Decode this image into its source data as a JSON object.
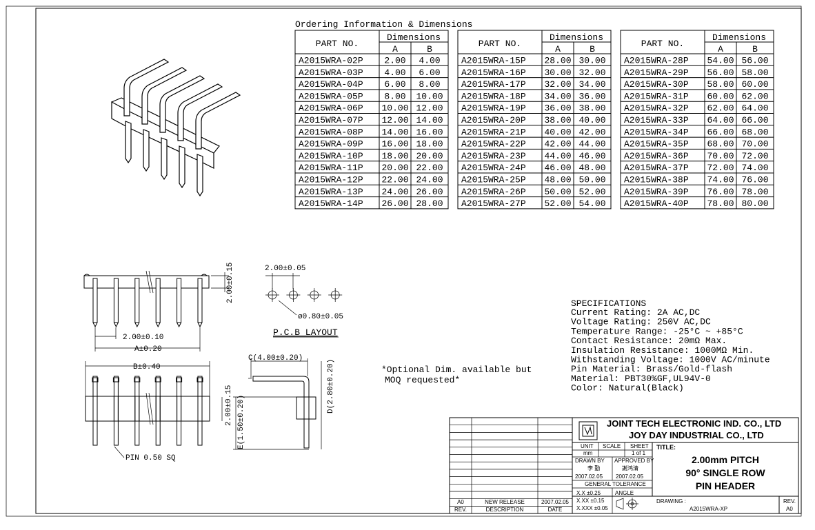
{
  "table": {
    "caption": "Ordering Information & Dimensions",
    "header": {
      "part_no": "PART NO.",
      "dimensions": "Dimensions",
      "a": "A",
      "b": "B"
    },
    "columns": [
      {
        "rows": [
          [
            "A2015WRA-02P",
            "2.00",
            "4.00"
          ],
          [
            "A2015WRA-03P",
            "4.00",
            "6.00"
          ],
          [
            "A2015WRA-04P",
            "6.00",
            "8.00"
          ],
          [
            "A2015WRA-05P",
            "8.00",
            "10.00"
          ],
          [
            "A2015WRA-06P",
            "10.00",
            "12.00"
          ],
          [
            "A2015WRA-07P",
            "12.00",
            "14.00"
          ],
          [
            "A2015WRA-08P",
            "14.00",
            "16.00"
          ],
          [
            "A2015WRA-09P",
            "16.00",
            "18.00"
          ],
          [
            "A2015WRA-10P",
            "18.00",
            "20.00"
          ],
          [
            "A2015WRA-11P",
            "20.00",
            "22.00"
          ],
          [
            "A2015WRA-12P",
            "22.00",
            "24.00"
          ],
          [
            "A2015WRA-13P",
            "24.00",
            "26.00"
          ],
          [
            "A2015WRA-14P",
            "26.00",
            "28.00"
          ]
        ]
      },
      {
        "rows": [
          [
            "A2015WRA-15P",
            "28.00",
            "30.00"
          ],
          [
            "A2015WRA-16P",
            "30.00",
            "32.00"
          ],
          [
            "A2015WRA-17P",
            "32.00",
            "34.00"
          ],
          [
            "A2015WRA-18P",
            "34.00",
            "36.00"
          ],
          [
            "A2015WRA-19P",
            "36.00",
            "38.00"
          ],
          [
            "A2015WRA-20P",
            "38.00",
            "40.00"
          ],
          [
            "A2015WRA-21P",
            "40.00",
            "42.00"
          ],
          [
            "A2015WRA-22P",
            "42.00",
            "44.00"
          ],
          [
            "A2015WRA-23P",
            "44.00",
            "46.00"
          ],
          [
            "A2015WRA-24P",
            "46.00",
            "48.00"
          ],
          [
            "A2015WRA-25P",
            "48.00",
            "50.00"
          ],
          [
            "A2015WRA-26P",
            "50.00",
            "52.00"
          ],
          [
            "A2015WRA-27P",
            "52.00",
            "54.00"
          ]
        ]
      },
      {
        "rows": [
          [
            "A2015WRA-28P",
            "54.00",
            "56.00"
          ],
          [
            "A2015WRA-29P",
            "56.00",
            "58.00"
          ],
          [
            "A2015WRA-30P",
            "58.00",
            "60.00"
          ],
          [
            "A2015WRA-31P",
            "60.00",
            "62.00"
          ],
          [
            "A2015WRA-32P",
            "62.00",
            "64.00"
          ],
          [
            "A2015WRA-33P",
            "64.00",
            "66.00"
          ],
          [
            "A2015WRA-34P",
            "66.00",
            "68.00"
          ],
          [
            "A2015WRA-35P",
            "68.00",
            "70.00"
          ],
          [
            "A2015WRA-36P",
            "70.00",
            "72.00"
          ],
          [
            "A2015WRA-37P",
            "72.00",
            "74.00"
          ],
          [
            "A2015WRA-38P",
            "74.00",
            "76.00"
          ],
          [
            "A2015WRA-39P",
            "76.00",
            "78.00"
          ],
          [
            "A2015WRA-40P",
            "78.00",
            "80.00"
          ]
        ]
      }
    ]
  },
  "drawing": {
    "pitch_dim": "2.00±0.10",
    "a_dim": "A±0.20",
    "height_dim": "2.00±0.15",
    "pcb_pitch": "2.00±0.05",
    "pcb_hole": "ø0.80±0.05",
    "pcb_label": "P.C.B LAYOUT",
    "b_dim": "B±0.40",
    "side_height": "2.00±0.15",
    "e_dim": "E(1.50±0.20)",
    "pin_label": "PIN 0.50 SQ",
    "c_dim": "C(4.00±0.20)",
    "d_dim": "D(2.80±0.20)",
    "optional_line1": "*Optional Dim. available but",
    "optional_line2": "MOQ requested*"
  },
  "specs": {
    "heading": "SPECIFICATIONS",
    "lines": [
      "Current Rating: 2A AC,DC",
      "Voltage Rating: 250V AC,DC",
      "Temperature Range: -25°C ~ +85°C",
      "Contact Resistance: 20mΩ Max.",
      "Insulation Resistance: 1000MΩ Min.",
      "Withstanding Voltage: 1000V AC/minute",
      "Pin Material: Brass/Gold-flash",
      "Material: PBT30%GF,UL94V-0",
      "Color: Natural(Black)"
    ]
  },
  "title_block": {
    "company1": "JOINT TECH ELECTRONIC IND. CO., LTD",
    "company2": "JOY DAY INDUSTRIAL CO., LTD",
    "unit_label": "UNIT",
    "scale_label": "SCALE",
    "sheet_label": "SHEET",
    "unit": "mm",
    "sheet": "1 of 1",
    "drawn_by_label": "DRAWN BY",
    "approved_by_label": "APPROVED BY",
    "drawn_by": "李 勤",
    "approved_by": "謝鸿清",
    "drawn_date": "2007.02.05",
    "approved_date": "2007.02.05",
    "tolerance_label": "GENERAL TOLERANCE",
    "tol1": "X.X ±0.25",
    "tol2": "X.XX ±0.15",
    "tol3": "X.XXX ±0.05",
    "angle_label": "ANGLE",
    "title_label": "TITLE:",
    "title1": "2.00mm PITCH",
    "title2": "90° SINGLE ROW",
    "title3": "PIN HEADER",
    "drawing_label": "DRAWING :",
    "drawing_no": "A2015WRA-XP",
    "rev_label": "REV.",
    "rev": "A0",
    "rev_row": [
      "A0",
      "NEW RELEASE",
      "2007.02.05"
    ],
    "rev_head": [
      "REV.",
      "DESCRIPTION",
      "DATE"
    ]
  }
}
